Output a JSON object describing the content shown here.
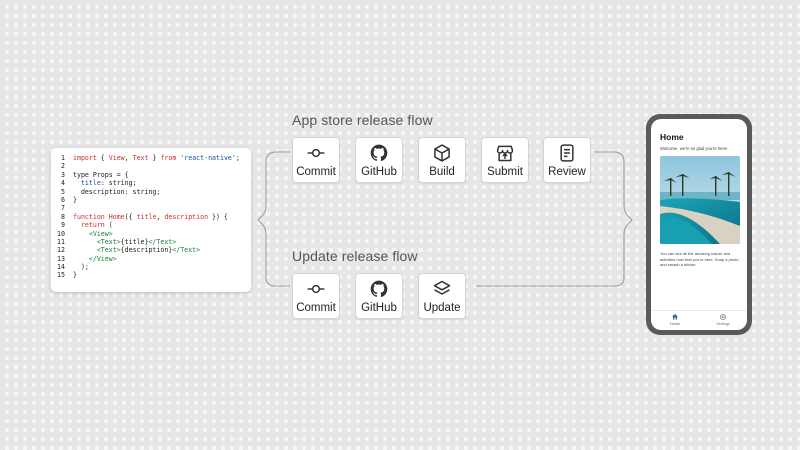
{
  "code": {
    "lines": [
      {
        "n": "1",
        "parts": [
          [
            "kw",
            "import"
          ],
          [
            "",
            " { "
          ],
          [
            "kw",
            "View"
          ],
          [
            "",
            ", "
          ],
          [
            "kw",
            "Text"
          ],
          [
            "",
            " } "
          ],
          [
            "kw",
            "from"
          ],
          [
            "",
            " "
          ],
          [
            "str",
            "'react-native'"
          ],
          [
            "",
            ";"
          ]
        ]
      },
      {
        "n": "2",
        "parts": []
      },
      {
        "n": "3",
        "parts": [
          [
            "",
            "type Props = {"
          ]
        ]
      },
      {
        "n": "4",
        "parts": [
          [
            "",
            "  "
          ],
          [
            "prop",
            "title"
          ],
          [
            "",
            ": string;"
          ]
        ]
      },
      {
        "n": "5",
        "parts": [
          [
            "",
            "  description: string;"
          ]
        ]
      },
      {
        "n": "6",
        "parts": [
          [
            "",
            "}"
          ]
        ]
      },
      {
        "n": "7",
        "parts": []
      },
      {
        "n": "8",
        "parts": [
          [
            "kw",
            "function"
          ],
          [
            "",
            " "
          ],
          [
            "fn",
            "Home"
          ],
          [
            "",
            "({ "
          ],
          [
            "kw",
            "title"
          ],
          [
            "",
            ", "
          ],
          [
            "kw",
            "description"
          ],
          [
            "",
            " }) {"
          ]
        ]
      },
      {
        "n": "9",
        "parts": [
          [
            "",
            "  "
          ],
          [
            "kw",
            "return"
          ],
          [
            "",
            " ("
          ]
        ]
      },
      {
        "n": "10",
        "parts": [
          [
            "",
            "    "
          ],
          [
            "tag",
            "<View>"
          ]
        ]
      },
      {
        "n": "11",
        "parts": [
          [
            "",
            "      "
          ],
          [
            "tag",
            "<Text>"
          ],
          [
            "",
            "{title}"
          ],
          [
            "tag",
            "</Text>"
          ]
        ]
      },
      {
        "n": "12",
        "parts": [
          [
            "",
            "      "
          ],
          [
            "tag",
            "<Text>"
          ],
          [
            "",
            "{description}"
          ],
          [
            "tag",
            "</Text>"
          ]
        ]
      },
      {
        "n": "13",
        "parts": [
          [
            "",
            "    "
          ],
          [
            "tag",
            "</View>"
          ]
        ]
      },
      {
        "n": "14",
        "parts": [
          [
            "",
            "  );"
          ]
        ]
      },
      {
        "n": "15",
        "parts": [
          [
            "",
            "}"
          ]
        ]
      }
    ]
  },
  "flows": {
    "appstore": {
      "title": "App store release flow",
      "steps": [
        {
          "label": "Commit",
          "icon": "commit-icon"
        },
        {
          "label": "GitHub",
          "icon": "github-icon"
        },
        {
          "label": "Build",
          "icon": "cube-icon"
        },
        {
          "label": "Submit",
          "icon": "store-icon"
        },
        {
          "label": "Review",
          "icon": "document-icon"
        }
      ]
    },
    "update": {
      "title": "Update release flow",
      "steps": [
        {
          "label": "Commit",
          "icon": "commit-icon"
        },
        {
          "label": "GitHub",
          "icon": "github-icon"
        },
        {
          "label": "Update",
          "icon": "layers-icon"
        }
      ]
    }
  },
  "phone": {
    "title": "Home",
    "subtitle": "Welcome, we're so glad you're here!",
    "body": "You can see all the amazing nature and activities now that you're here. Snap a photo and smash a sticker.",
    "tabs": [
      {
        "label": "Home",
        "icon": "home-icon",
        "active": true
      },
      {
        "label": "Settings",
        "icon": "gear-icon",
        "active": false
      }
    ]
  },
  "colors": {
    "connector": "#9a9a9a",
    "accent": "#2a6f9a"
  }
}
